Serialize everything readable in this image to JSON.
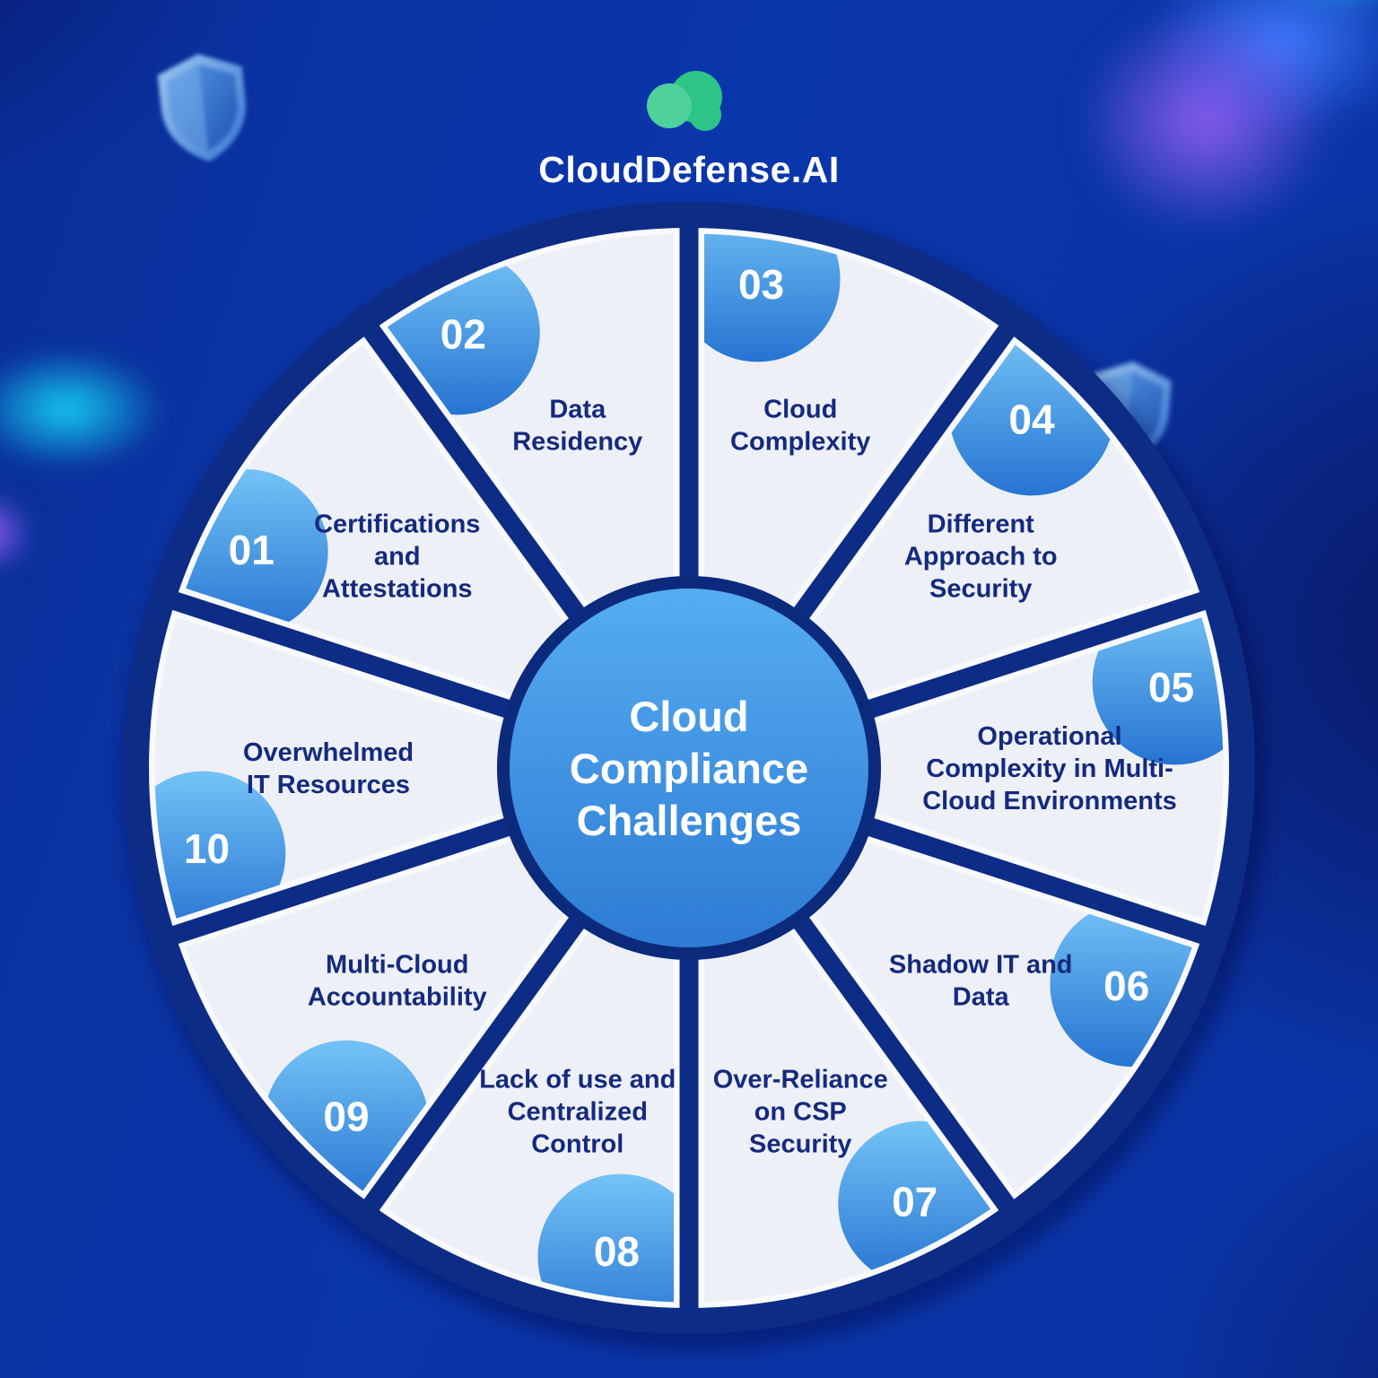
{
  "brand": {
    "name": "CloudDefense.AI"
  },
  "center": {
    "lines": [
      "Cloud",
      "Compliance",
      "Challenges"
    ]
  },
  "segments": [
    {
      "number": "01",
      "lines": [
        "Certifications",
        "and",
        "Attestations"
      ]
    },
    {
      "number": "02",
      "lines": [
        "Data",
        "Residency"
      ]
    },
    {
      "number": "03",
      "lines": [
        "Cloud",
        "Complexity"
      ]
    },
    {
      "number": "04",
      "lines": [
        "Different",
        "Approach to",
        "Security"
      ]
    },
    {
      "number": "05",
      "lines": [
        "Operational",
        "Complexity in Multi-",
        "Cloud Environments"
      ]
    },
    {
      "number": "06",
      "lines": [
        "Shadow IT and",
        "Data"
      ]
    },
    {
      "number": "07",
      "lines": [
        "Over-Reliance",
        "on CSP",
        "Security"
      ]
    },
    {
      "number": "08",
      "lines": [
        "Lack of use and",
        "Centralized",
        "Control"
      ]
    },
    {
      "number": "09",
      "lines": [
        "Multi-Cloud",
        "Accountability"
      ]
    },
    {
      "number": "10",
      "lines": [
        "Overwhelmed",
        "IT Resources"
      ]
    }
  ],
  "colors": {
    "page_background": "#0a34a6",
    "wheel_backing": "#0d2c86",
    "wedge_fill": "#eef0f7",
    "wedge_edge_highlight": "#f8fafd",
    "segment_label_text": "#142a7e",
    "number_text": "#ffffff",
    "badge_gradient_top": "#74c3f6",
    "badge_gradient_bottom": "#2674d2",
    "center_gradient_top": "#56adf1",
    "center_gradient_bottom": "#2d7bd4",
    "center_ring": "#0b2a7c",
    "center_text": "#ffffff",
    "logo_green": "#2cc487",
    "logo_green_light": "#4fd19c"
  }
}
